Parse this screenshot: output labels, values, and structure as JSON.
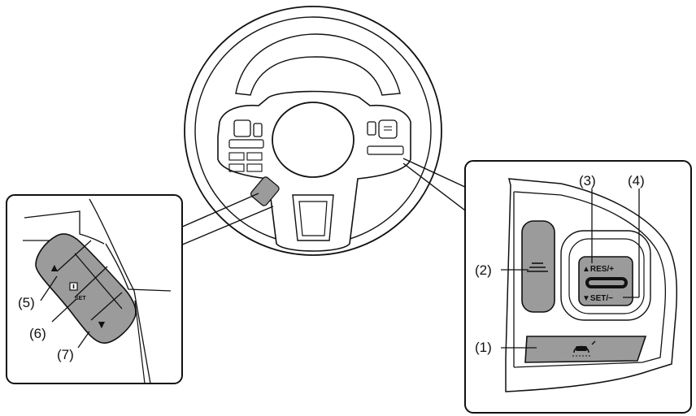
{
  "callouts": {
    "c1": "(1)",
    "c2": "(2)",
    "c3": "(3)",
    "c4": "(4)",
    "c5": "(5)",
    "c6": "(6)",
    "c7": "(7)"
  },
  "button_labels": {
    "res": "▲RES/+",
    "set": "▼SET/−",
    "set_small": "SET",
    "up_arrow": "▲",
    "down_arrow": "▼"
  },
  "icons": {
    "distance": "cruise-distance-icon",
    "cruise": "cruise-control-icon",
    "info": "info-icon"
  }
}
